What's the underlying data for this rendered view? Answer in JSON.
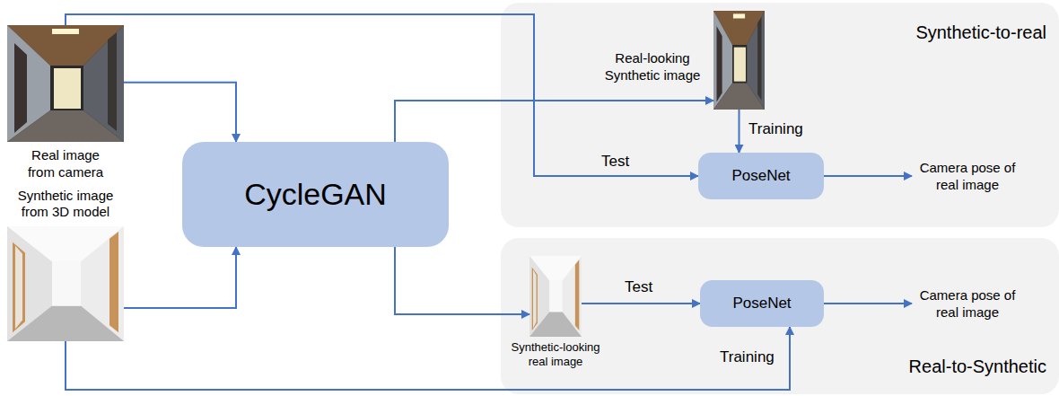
{
  "diagram": {
    "nodes": [
      {
        "text": [
          "Real image from camera"
        ]
      },
      {
        "text": [
          "Synthetic image from 3D model"
        ]
      },
      {
        "text": [
          "CycleGAN"
        ]
      },
      {
        "text": [
          "Synthetic-to-real"
        ]
      },
      {
        "text": [
          "Real-looking Synthetic image"
        ],
        "in": 3
      },
      {
        "text": [
          "PoseNet"
        ],
        "in": 3
      },
      {
        "text": [
          "Real-to-Synthetic"
        ]
      },
      {
        "text": [
          "Synthetic-looking real image"
        ],
        "in": 6
      },
      {
        "text": [
          "PoseNet"
        ],
        "in": 6
      }
    ],
    "edges": [
      {
        "from": 0,
        "to": 2,
        "arrow": "to"
      },
      {
        "from": 1,
        "to": 2,
        "arrow": "to"
      },
      {
        "from": 2,
        "to": 4,
        "arrow": "to"
      },
      {
        "from": 2,
        "to": 7,
        "arrow": "to"
      },
      {
        "from": 4,
        "to": 5,
        "label": "Training",
        "arrow": "to"
      },
      {
        "from": 0,
        "to": 5,
        "label": "Test",
        "arrow": "to"
      },
      {
        "from": 7,
        "to": 8,
        "label": "Test",
        "arrow": "to"
      },
      {
        "from": 1,
        "to": 8,
        "label": "Training",
        "arrow": "to"
      }
    ],
    "labels": [
      "Camera pose of real image",
      "Camera pose of real image"
    ]
  }
}
